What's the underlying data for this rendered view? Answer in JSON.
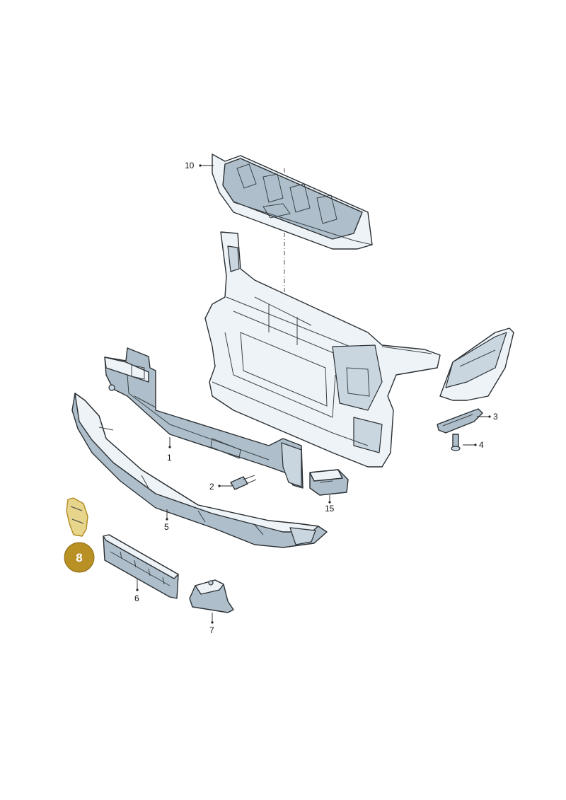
{
  "callouts": {
    "c1": "1",
    "c2": "2",
    "c3": "3",
    "c4": "4",
    "c5": "5",
    "c6": "6",
    "c7": "7",
    "c10": "10",
    "c15": "15"
  },
  "badge": {
    "label": "8",
    "color": "#b89024"
  }
}
